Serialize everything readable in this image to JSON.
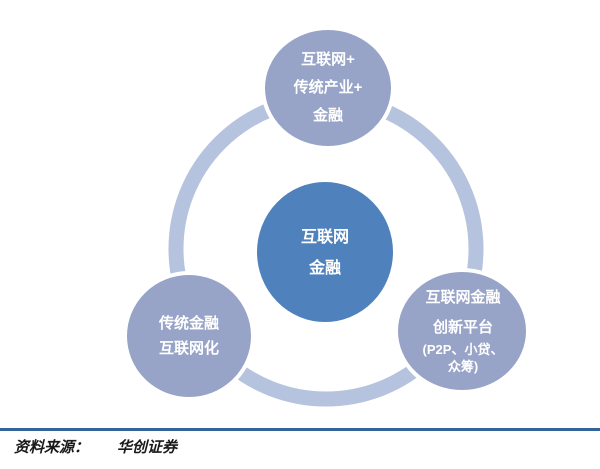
{
  "figure": {
    "type": "hub-and-spoke ring diagram",
    "center_node": {
      "lines": [
        "互联网",
        "金融"
      ]
    },
    "satellite_nodes": {
      "top": {
        "lines": [
          "互联网+",
          "传统产业+",
          "金融"
        ]
      },
      "left": {
        "lines": [
          "传统金融",
          "互联网化"
        ]
      },
      "right": {
        "lines": [
          "互联网金融",
          "创新平台",
          "(P2P、小贷、",
          "众筹)"
        ]
      }
    },
    "colors": {
      "center_circle": "#4f81bd",
      "satellite_circle": "#98a3c8",
      "ring": "#b5c3de",
      "node_outline": "#ffffff",
      "node_text": "#ffffff"
    }
  },
  "footer": {
    "divider_color": "#32639b",
    "source_label": "资料来源：",
    "source_value": "华创证券"
  }
}
